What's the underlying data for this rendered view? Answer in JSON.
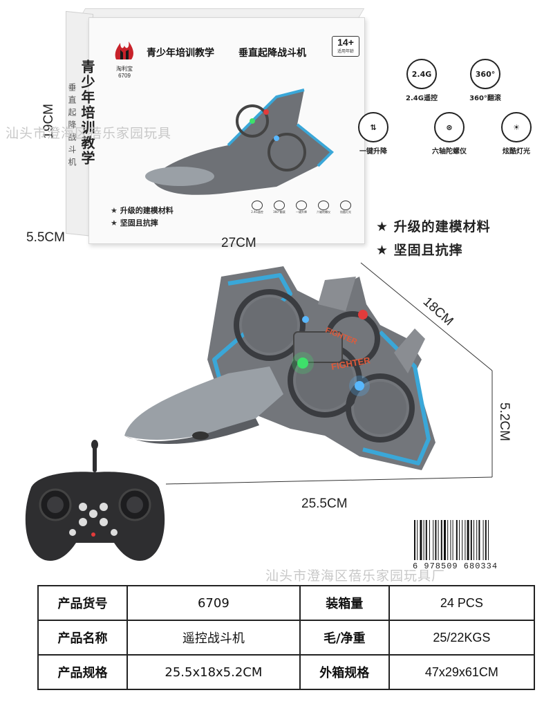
{
  "box": {
    "brand_name": "淘利宝",
    "brand_code": "6709",
    "title": "青少年培训教学",
    "subtitle": "垂直起降战斗机",
    "age": "14+",
    "age_caption": "适用年龄",
    "side_text": "青少年培训教学",
    "side_text_small": "垂直起降战斗机",
    "features": [
      "升级的建模材料",
      "坚固且抗摔"
    ],
    "mini_icons": [
      "2.4G遥控",
      "360°翻滚",
      "一键升降",
      "六轴陀螺仪",
      "炫酷灯光"
    ]
  },
  "dimensions": {
    "box_height": "19CM",
    "box_depth": "5.5CM",
    "box_width": "27CM",
    "jet_width": "18CM",
    "jet_height": "5.2CM",
    "jet_length": "25.5CM"
  },
  "feature_icons": [
    {
      "icon": "signal-24g-icon",
      "glyph": "2.4G",
      "label": "2.4G遥控"
    },
    {
      "icon": "rotate-360-icon",
      "glyph": "360°",
      "label": "360°翻滚"
    },
    {
      "icon": "lift-icon",
      "glyph": "⇅",
      "label": "一键升降"
    },
    {
      "icon": "gyroscope-icon",
      "glyph": "⊛",
      "label": "六轴陀螺仪"
    },
    {
      "icon": "light-bulb-icon",
      "glyph": "☀",
      "label": "炫酷灯光"
    }
  ],
  "selling_points": [
    "★ 升级的建模材料",
    "★ 坚固且抗摔"
  ],
  "watermark": {
    "top": "汕头市澄海区蓓乐家园玩具",
    "bottom": "汕头市澄海区蓓乐家园玩具厂"
  },
  "barcode": {
    "number": "6 978509 680334"
  },
  "jet_text": [
    "FIGHTER",
    "FIGHTER"
  ],
  "specs": [
    {
      "k1": "产品货号",
      "v1": "6709",
      "k2": "装箱量",
      "v2": "24 PCS"
    },
    {
      "k1": "产品名称",
      "v1": "遥控战斗机",
      "k2": "毛/净重",
      "v2": "25/22KGS"
    },
    {
      "k1": "产品规格",
      "v1": "25.5x18x5.2CM",
      "k2": "外箱规格",
      "v2": "47x29x61CM"
    }
  ],
  "colors": {
    "jet_body": "#7a7d82",
    "jet_accent": "#3aa7d8",
    "led_green": "#3ee06a",
    "led_red": "#e23b3b",
    "led_blue": "#59b8ff",
    "controller": "#2e2e30"
  }
}
